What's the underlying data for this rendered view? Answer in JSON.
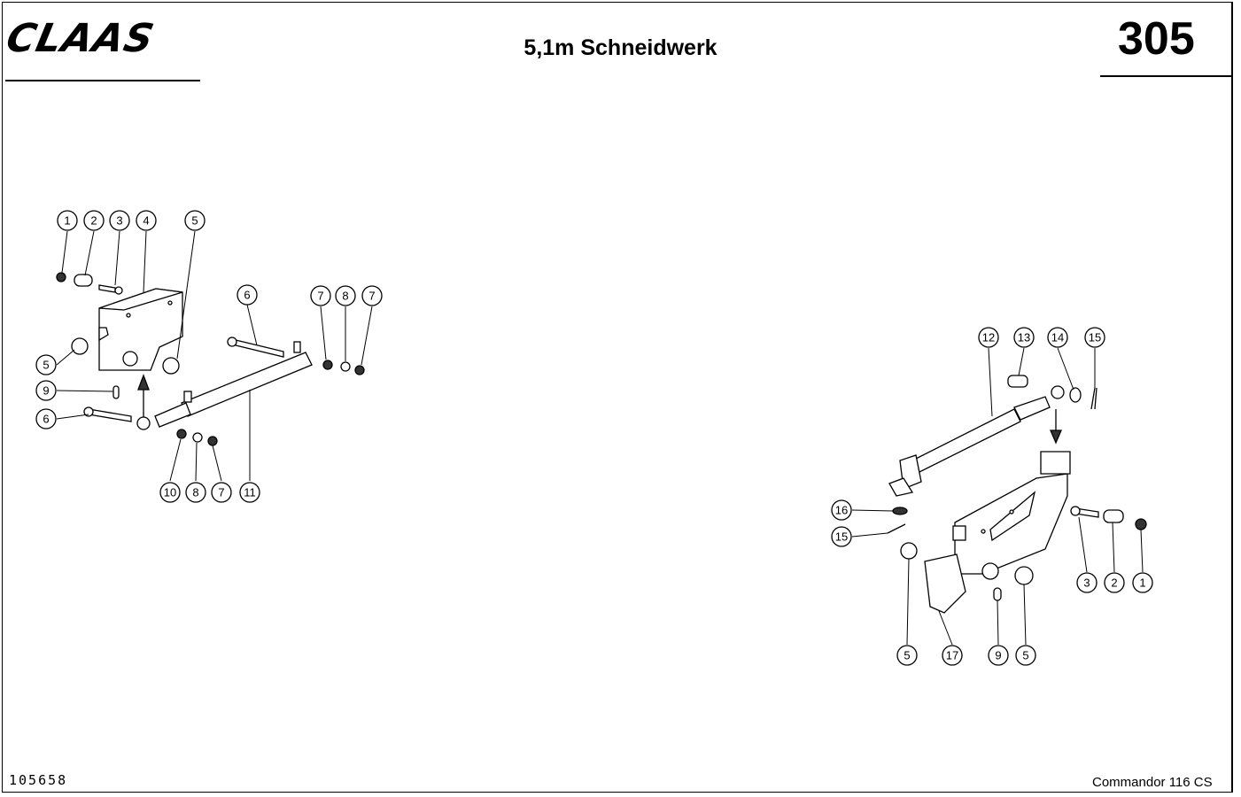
{
  "header": {
    "brand": "CLAAS",
    "title": "5,1m Schneidwerk",
    "page_number": "305"
  },
  "footer": {
    "document_number": "105658",
    "model": "Commandor 116 CS"
  },
  "callouts": {
    "left": [
      "1",
      "2",
      "3",
      "4",
      "5",
      "6",
      "7",
      "8",
      "7",
      "5",
      "9",
      "6",
      "10",
      "8",
      "7",
      "11"
    ],
    "right": [
      "12",
      "13",
      "14",
      "15",
      "16",
      "15",
      "3",
      "2",
      "1",
      "5",
      "17",
      "9",
      "5"
    ]
  }
}
